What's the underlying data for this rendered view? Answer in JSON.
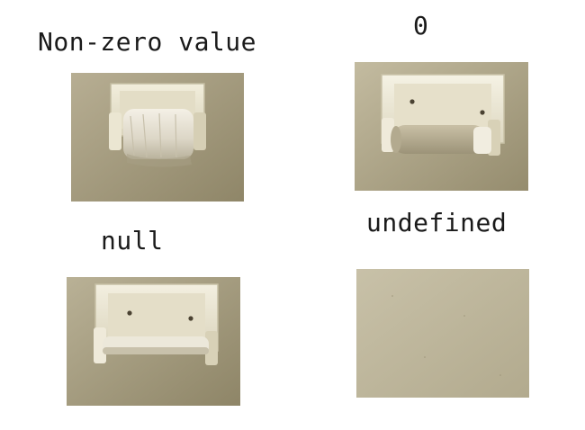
{
  "panels": [
    {
      "label": "Non-zero value",
      "photo": "toilet-paper-holder-with-roll"
    },
    {
      "label": "0",
      "photo": "toilet-paper-holder-with-empty-tube"
    },
    {
      "label": "null",
      "photo": "toilet-paper-holder-empty"
    },
    {
      "label": "undefined",
      "photo": "bare-wall"
    }
  ]
}
